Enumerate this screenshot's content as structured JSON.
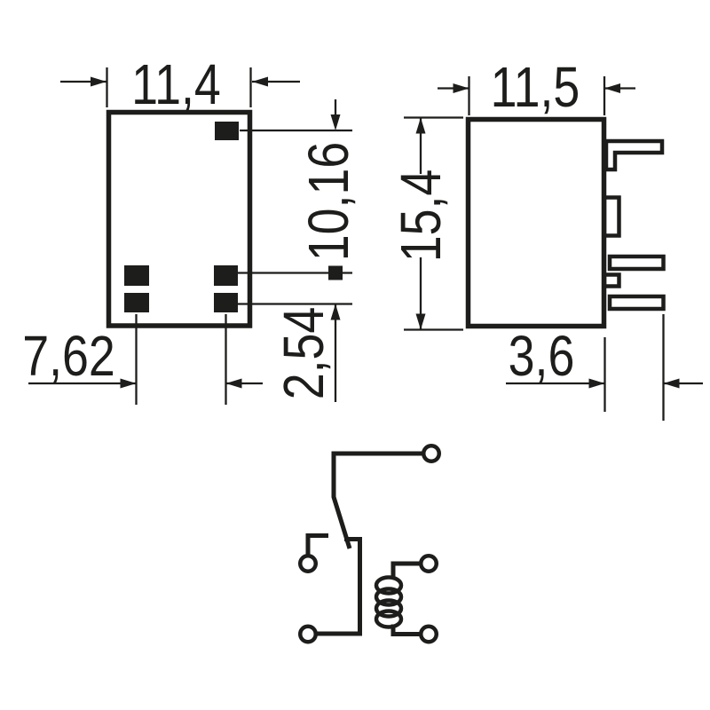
{
  "diagram": {
    "views": {
      "bottom_view": {
        "dim_width": "11,4",
        "dim_pad_column_pitch": "7,62",
        "dim_pad_vertical_offset": "10,16",
        "dim_pad_row_pitch": "2,54"
      },
      "side_view": {
        "dim_width": "11,5",
        "dim_height": "15,4",
        "dim_pin_protrusion": "3,6"
      }
    },
    "colors": {
      "ink": "#1d1d1b",
      "background": "#ffffff"
    }
  }
}
